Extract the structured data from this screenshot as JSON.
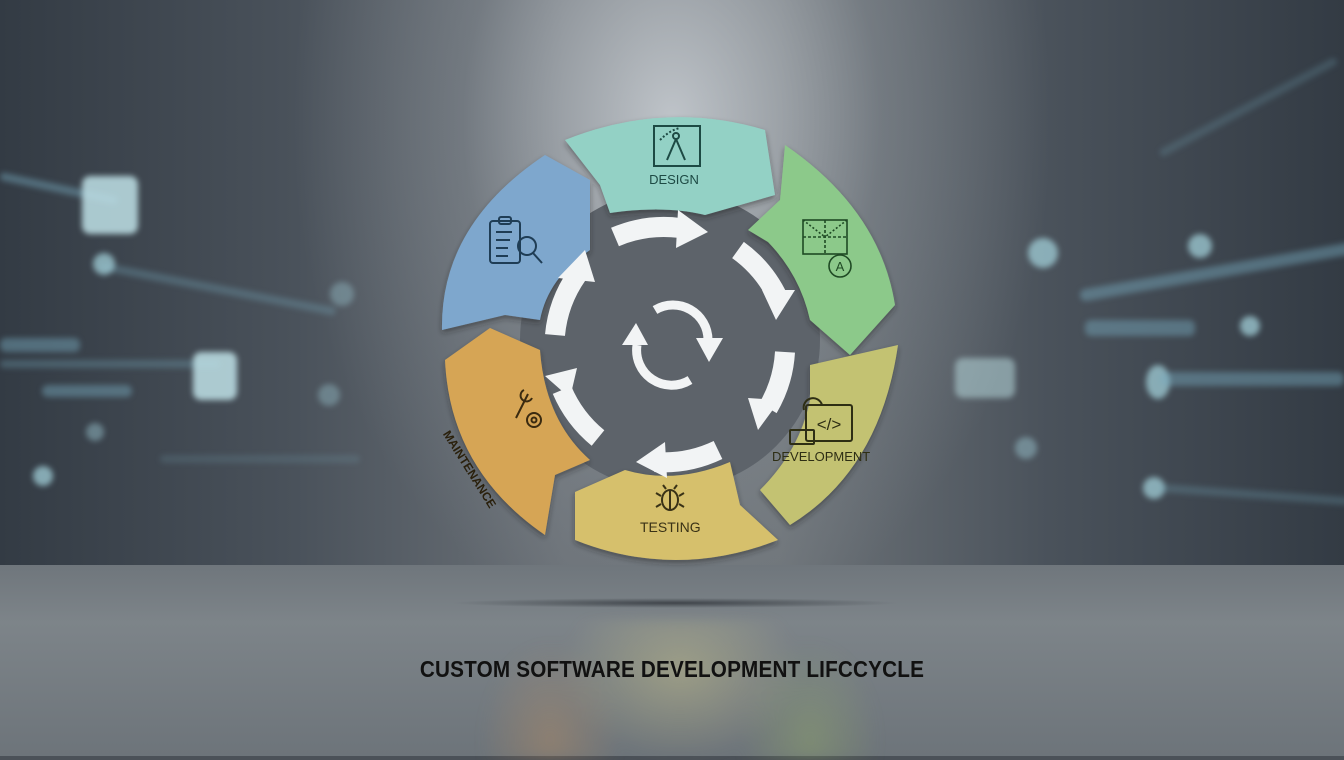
{
  "title": "CUSTOM SOFTWARE DEVELOPMENT LIFCCYCLE",
  "center_icon": "refresh-cycle-icon",
  "stages": [
    {
      "id": "requirements",
      "label": "",
      "icon": "clipboard-search-icon",
      "color": "#7ea7cd"
    },
    {
      "id": "design",
      "label": "DESIGN",
      "icon": "design-compass-icon",
      "color": "#93d1c5"
    },
    {
      "id": "architecture",
      "label": "",
      "icon": "wireframe-grid-icon",
      "color": "#8cc98a"
    },
    {
      "id": "development",
      "label": "DEVELOPMENT",
      "icon": "code-laptop-icon",
      "color": "#c3c272"
    },
    {
      "id": "testing",
      "label": "TESTING",
      "icon": "bug-icon",
      "color": "#d6c06c"
    },
    {
      "id": "maintenance",
      "label": "MAINTENANCE",
      "icon": "wrench-gear-icon",
      "color": "#d6a555"
    }
  ],
  "colors": {
    "arrows": "#f2f4f5",
    "hub": "#5d636a",
    "text": "#1c2a22"
  }
}
